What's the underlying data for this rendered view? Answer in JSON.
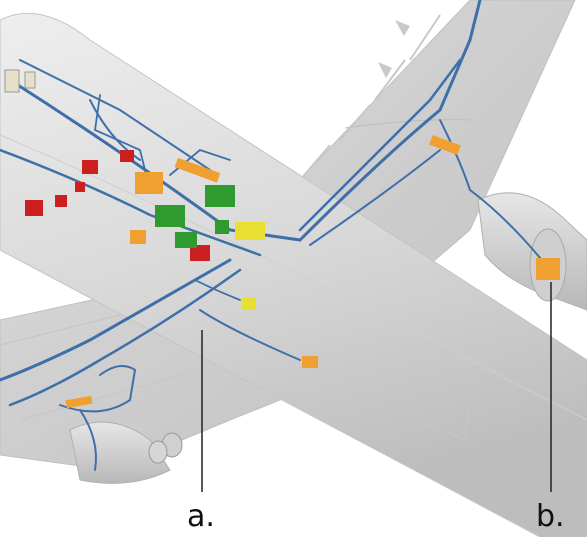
{
  "callouts": {
    "a": "a.",
    "b": "b."
  },
  "colors": {
    "background": "#ffffff",
    "fuselage": "#dcdcdc",
    "wing": "#d2d2d2",
    "wiring": "#3e6fa8",
    "component_orange": "#f0a030",
    "component_red": "#cc1f1f",
    "component_green": "#2f9a2f",
    "component_yellow": "#e8e030",
    "leader_line": "#222222"
  },
  "icons": [
    "aircraft-fuselage",
    "aircraft-wing",
    "engine-nacelle",
    "wiring-harness",
    "electrical-component"
  ]
}
